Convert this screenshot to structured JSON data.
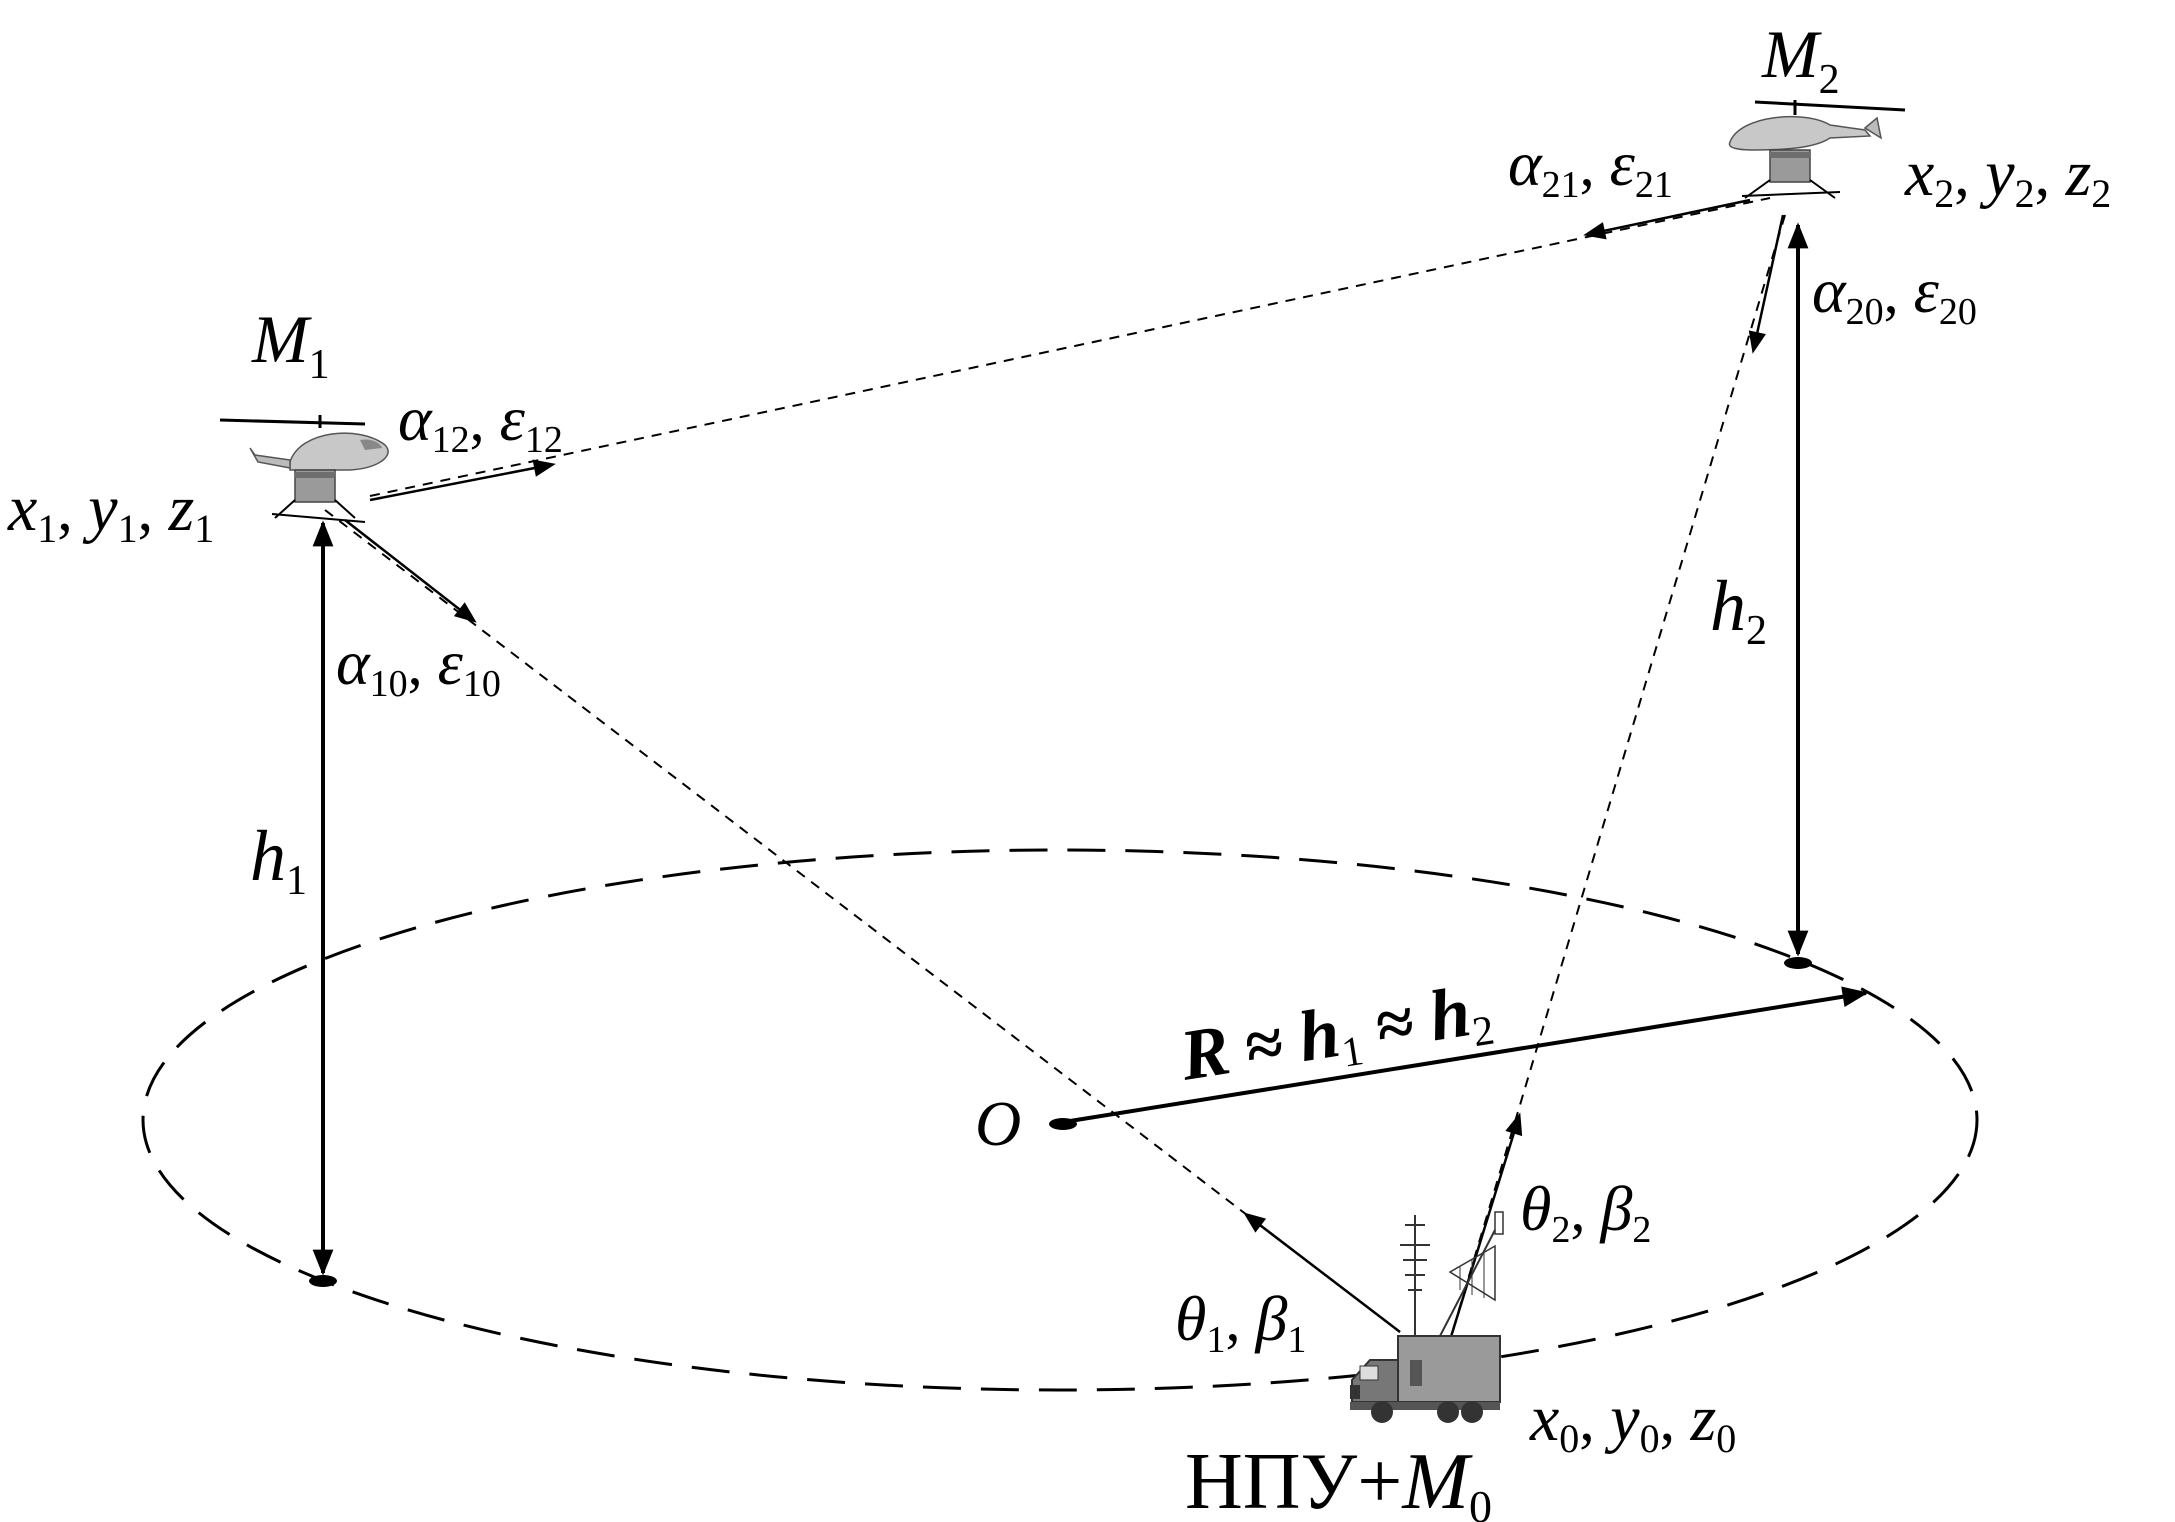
{
  "nodes": {
    "m1": {
      "name": "M",
      "sub": "1",
      "coords": [
        [
          "x",
          "1"
        ],
        [
          "y",
          "1"
        ],
        [
          "z",
          "1"
        ]
      ]
    },
    "m2": {
      "name": "M",
      "sub": "2",
      "coords": [
        [
          "x",
          "2"
        ],
        [
          "y",
          "2"
        ],
        [
          "z",
          "2"
        ]
      ]
    },
    "ground": {
      "coords": [
        [
          "x",
          "0"
        ],
        [
          "y",
          "0"
        ],
        [
          "z",
          "0"
        ]
      ],
      "title_prefix": "НПУ+",
      "title_var": "M",
      "title_sub": "0"
    },
    "center": {
      "name": "O"
    }
  },
  "links": {
    "a12": [
      [
        "α",
        "12"
      ],
      [
        "ε",
        "12"
      ]
    ],
    "a21": [
      [
        "α",
        "21"
      ],
      [
        "ε",
        "21"
      ]
    ],
    "a10": [
      [
        "α",
        "10"
      ],
      [
        "ε",
        "10"
      ]
    ],
    "a20": [
      [
        "α",
        "20"
      ],
      [
        "ε",
        "20"
      ]
    ],
    "t1": [
      [
        "θ",
        "1"
      ],
      [
        "β",
        "1"
      ]
    ],
    "t2": [
      [
        "θ",
        "2"
      ],
      [
        "β",
        "2"
      ]
    ]
  },
  "heights": {
    "h1": {
      "var": "h",
      "sub": "1"
    },
    "h2": {
      "var": "h",
      "sub": "2"
    }
  },
  "radius": {
    "r": "R",
    "approx": "≈",
    "h": "h",
    "s1": "1",
    "s2": "2"
  },
  "colors": {
    "ink": "#000000",
    "drone_body": "#c8c8c8",
    "drone_dark": "#6e6e6e",
    "truck": "#8a8a8a"
  }
}
